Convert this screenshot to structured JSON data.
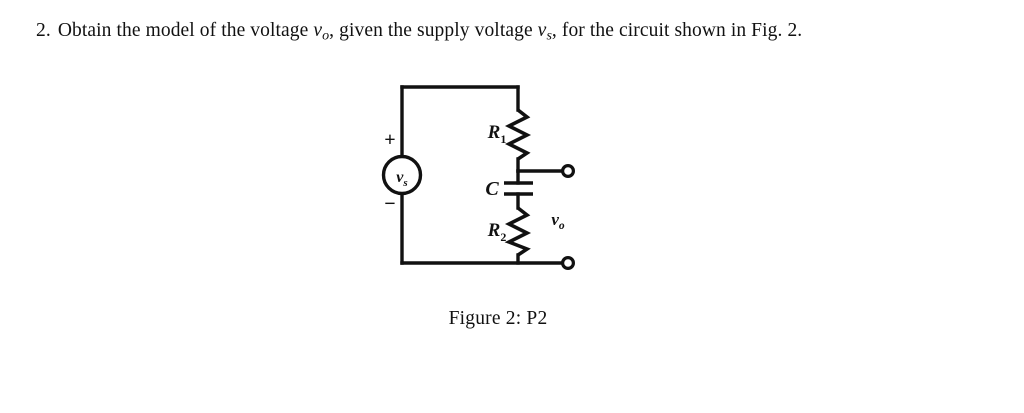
{
  "problem": {
    "number": "2.",
    "text_part_1": "Obtain the model of the voltage ",
    "var_vo_base": "v",
    "var_vo_sub": "o",
    "text_part_2": ", given the supply voltage ",
    "var_vs_base": "v",
    "var_vs_sub": "s",
    "text_part_3": ", for the circuit shown in Fig. 2."
  },
  "figure": {
    "caption": "Figure 2:  P2",
    "circuit": {
      "source": {
        "label_base": "v",
        "label_sub": "s",
        "plus_sign": "+",
        "minus_sign": "−"
      },
      "components": [
        {
          "name": "R1",
          "label_base": "R",
          "label_sub": "1",
          "type": "resistor"
        },
        {
          "name": "C",
          "label_base": "C",
          "label_sub": "",
          "type": "capacitor"
        },
        {
          "name": "R2",
          "label_base": "R",
          "label_sub": "2",
          "type": "resistor"
        }
      ],
      "output": {
        "label_base": "v",
        "label_sub": "o",
        "terminal_top": "output-terminal-top",
        "terminal_bottom": "output-terminal-bottom"
      },
      "colors": {
        "wire": "#111111",
        "background": "#ffffff"
      }
    }
  }
}
